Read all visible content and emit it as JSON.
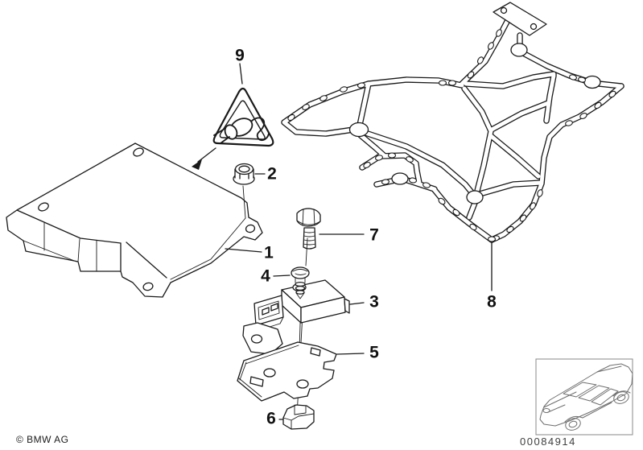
{
  "diagram": {
    "callouts": [
      {
        "label": "1"
      },
      {
        "label": "2"
      },
      {
        "label": "3"
      },
      {
        "label": "4"
      },
      {
        "label": "5"
      },
      {
        "label": "6"
      },
      {
        "label": "7"
      },
      {
        "label": "8"
      },
      {
        "label": "9"
      }
    ],
    "copyright": "© BMW AG",
    "image_number": "00084914",
    "icons": {
      "warning": "warning-plug-triangle-icon",
      "thumbnail": "car-outline-icon"
    },
    "colors": {
      "line": "#1a1a1a",
      "car_line": "#6e6e6e",
      "background": "#ffffff",
      "label": "#111111"
    }
  }
}
